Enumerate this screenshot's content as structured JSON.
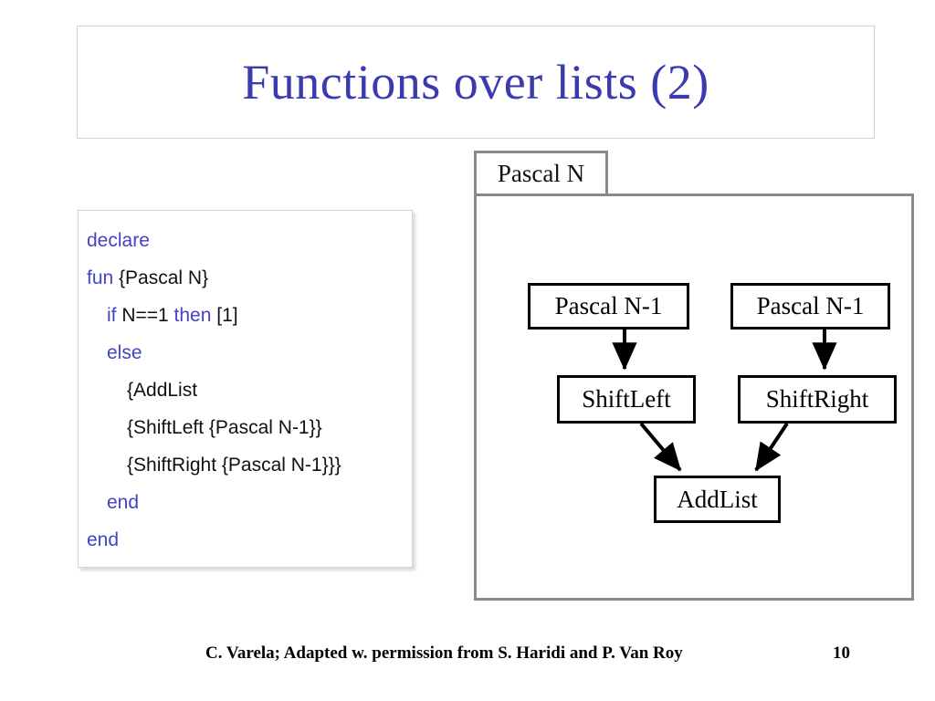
{
  "slide": {
    "title": "Functions over lists (2)",
    "title_color": "#3b3bb0",
    "background": "#ffffff"
  },
  "code_panel": {
    "keyword_color": "#4343c6",
    "text_color": "#111111",
    "lines": [
      {
        "indent": 0,
        "tokens": [
          {
            "text": "declare",
            "kind": "keyword"
          }
        ]
      },
      {
        "indent": 0,
        "tokens": [
          {
            "text": "fun",
            "kind": "keyword"
          },
          {
            "text": " {Pascal N}",
            "kind": "plain"
          }
        ]
      },
      {
        "indent": 1,
        "tokens": [
          {
            "text": "if",
            "kind": "keyword"
          },
          {
            "text": " N==1 ",
            "kind": "plain"
          },
          {
            "text": "then",
            "kind": "keyword"
          },
          {
            "text": " [1]",
            "kind": "plain"
          }
        ]
      },
      {
        "indent": 1,
        "tokens": [
          {
            "text": "else",
            "kind": "keyword"
          }
        ]
      },
      {
        "indent": 2,
        "tokens": [
          {
            "text": "{AddList",
            "kind": "plain"
          }
        ]
      },
      {
        "indent": 2,
        "tokens": [
          {
            "text": "{ShiftLeft {Pascal N-1}}",
            "kind": "plain"
          }
        ]
      },
      {
        "indent": 2,
        "tokens": [
          {
            "text": "{ShiftRight {Pascal N-1}}}",
            "kind": "plain"
          }
        ]
      },
      {
        "indent": 1,
        "tokens": [
          {
            "text": "end",
            "kind": "keyword"
          }
        ]
      },
      {
        "indent": 0,
        "tokens": [
          {
            "text": "end",
            "kind": "keyword"
          }
        ]
      }
    ]
  },
  "diagram": {
    "container_label": "Pascal N",
    "container_border_color": "#8a8a8a",
    "node_border_color": "#000000",
    "nodes": [
      {
        "id": "pascal-left",
        "label": "Pascal N-1"
      },
      {
        "id": "pascal-right",
        "label": "Pascal N-1"
      },
      {
        "id": "shiftleft",
        "label": "ShiftLeft"
      },
      {
        "id": "shiftright",
        "label": "ShiftRight"
      },
      {
        "id": "addlist",
        "label": "AddList"
      }
    ],
    "edges": [
      {
        "from": "pascal-left",
        "to": "shiftleft"
      },
      {
        "from": "pascal-right",
        "to": "shiftright"
      },
      {
        "from": "shiftleft",
        "to": "addlist"
      },
      {
        "from": "shiftright",
        "to": "addlist"
      }
    ]
  },
  "footer": {
    "credit": "C. Varela;  Adapted w. permission from S. Haridi and P. Van Roy",
    "page_number": "10"
  }
}
